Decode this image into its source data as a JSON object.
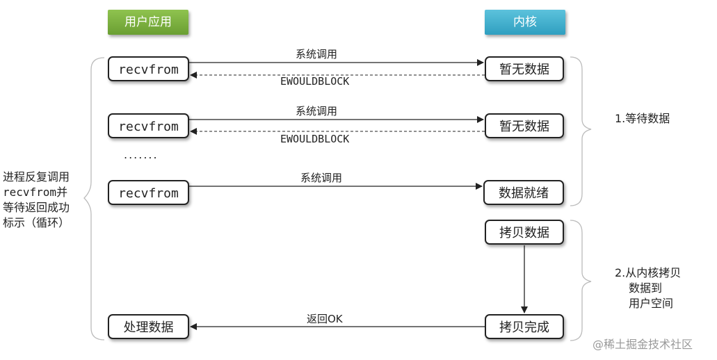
{
  "headers": {
    "user": "用户应用",
    "kernel": "内核"
  },
  "rows": [
    {
      "left": "recvfrom",
      "right": "暂无数据",
      "call_label": "系统调用",
      "return_label": "EWOULDBLOCK"
    },
    {
      "left": "recvfrom",
      "right": "暂无数据",
      "call_label": "系统调用",
      "return_label": "EWOULDBLOCK"
    },
    {
      "left": "recvfrom",
      "right": "数据就绪",
      "call_label": "系统调用"
    }
  ],
  "ellipsis": ".......",
  "copy_box": "拷贝数据",
  "done_box": "拷贝完成",
  "result_box": "处理数据",
  "return_ok": "返回OK",
  "left_note": [
    "进程反复调用",
    "recvfrom并",
    "等待返回成功",
    "标示（循环）"
  ],
  "phase1": "1.等待数据",
  "phase2": [
    "2.从内核拷贝",
    "数据到",
    "用户空间"
  ],
  "watermark": "@稀土掘金技术社区"
}
